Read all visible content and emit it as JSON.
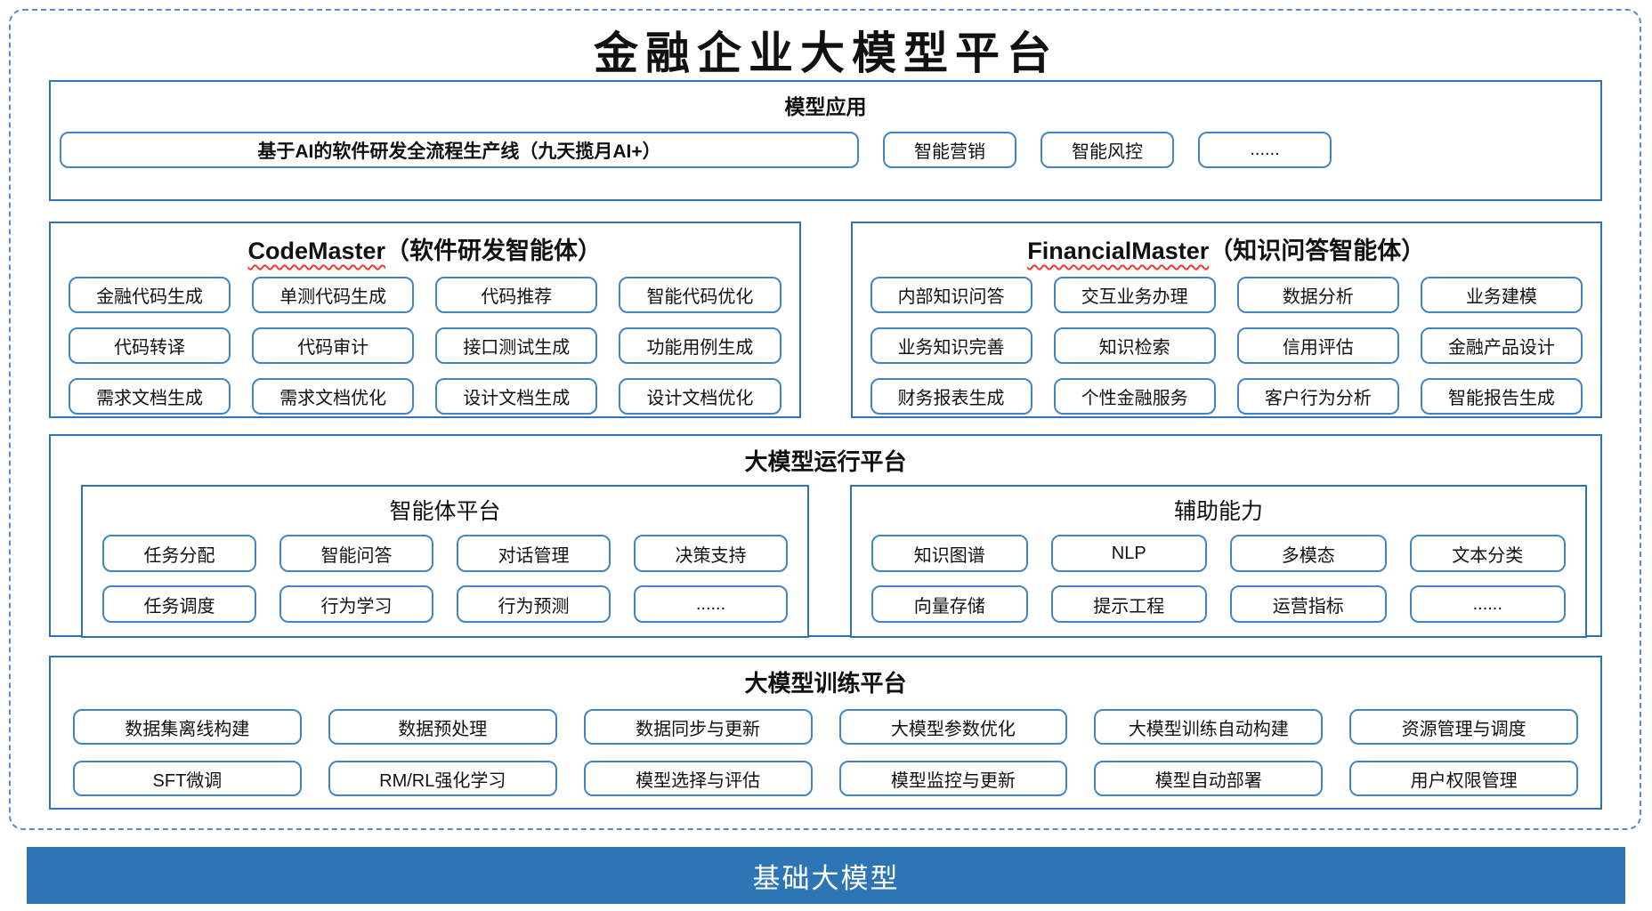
{
  "title": "金融企业大模型平台",
  "colors": {
    "section_border": "#2e74b5",
    "node_border": "#4285c6",
    "dashed_border": "#5b8bd4",
    "foundation_bar": "#2e75b6",
    "squiggle": "#f3392e"
  },
  "model_app": {
    "title": "模型应用",
    "pipeline": "基于AI的软件研发全流程生产线（九天揽月AI+）",
    "items": [
      "智能营销",
      "智能风控",
      "......"
    ]
  },
  "codemaster": {
    "brand": "CodeMaster",
    "suffix": "（软件研发智能体）",
    "items": [
      "金融代码生成",
      "单测代码生成",
      "代码推荐",
      "智能代码优化",
      "代码转译",
      "代码审计",
      "接口测试生成",
      "功能用例生成",
      "需求文档生成",
      "需求文档优化",
      "设计文档生成",
      "设计文档优化"
    ]
  },
  "financialmaster": {
    "brand": "FinancialMaster",
    "suffix": "（知识问答智能体）",
    "items": [
      "内部知识问答",
      "交互业务办理",
      "数据分析",
      "业务建模",
      "业务知识完善",
      "知识检索",
      "信用评估",
      "金融产品设计",
      "财务报表生成",
      "个性金融服务",
      "客户行为分析",
      "智能报告生成"
    ]
  },
  "runtime": {
    "title": "大模型运行平台",
    "agent_platform": {
      "title": "智能体平台",
      "items": [
        "任务分配",
        "智能问答",
        "对话管理",
        "决策支持",
        "任务调度",
        "行为学习",
        "行为预测",
        "......"
      ]
    },
    "aux": {
      "title": "辅助能力",
      "items": [
        "知识图谱",
        "NLP",
        "多模态",
        "文本分类",
        "向量存储",
        "提示工程",
        "运营指标",
        "......"
      ]
    }
  },
  "training": {
    "title": "大模型训练平台",
    "items": [
      "数据集离线构建",
      "数据预处理",
      "数据同步与更新",
      "大模型参数优化",
      "大模型训练自动构建",
      "资源管理与调度",
      "SFT微调",
      "RM/RL强化学习",
      "模型选择与评估",
      "模型监控与更新",
      "模型自动部署",
      "用户权限管理"
    ]
  },
  "foundation": {
    "title": "基础大模型"
  }
}
